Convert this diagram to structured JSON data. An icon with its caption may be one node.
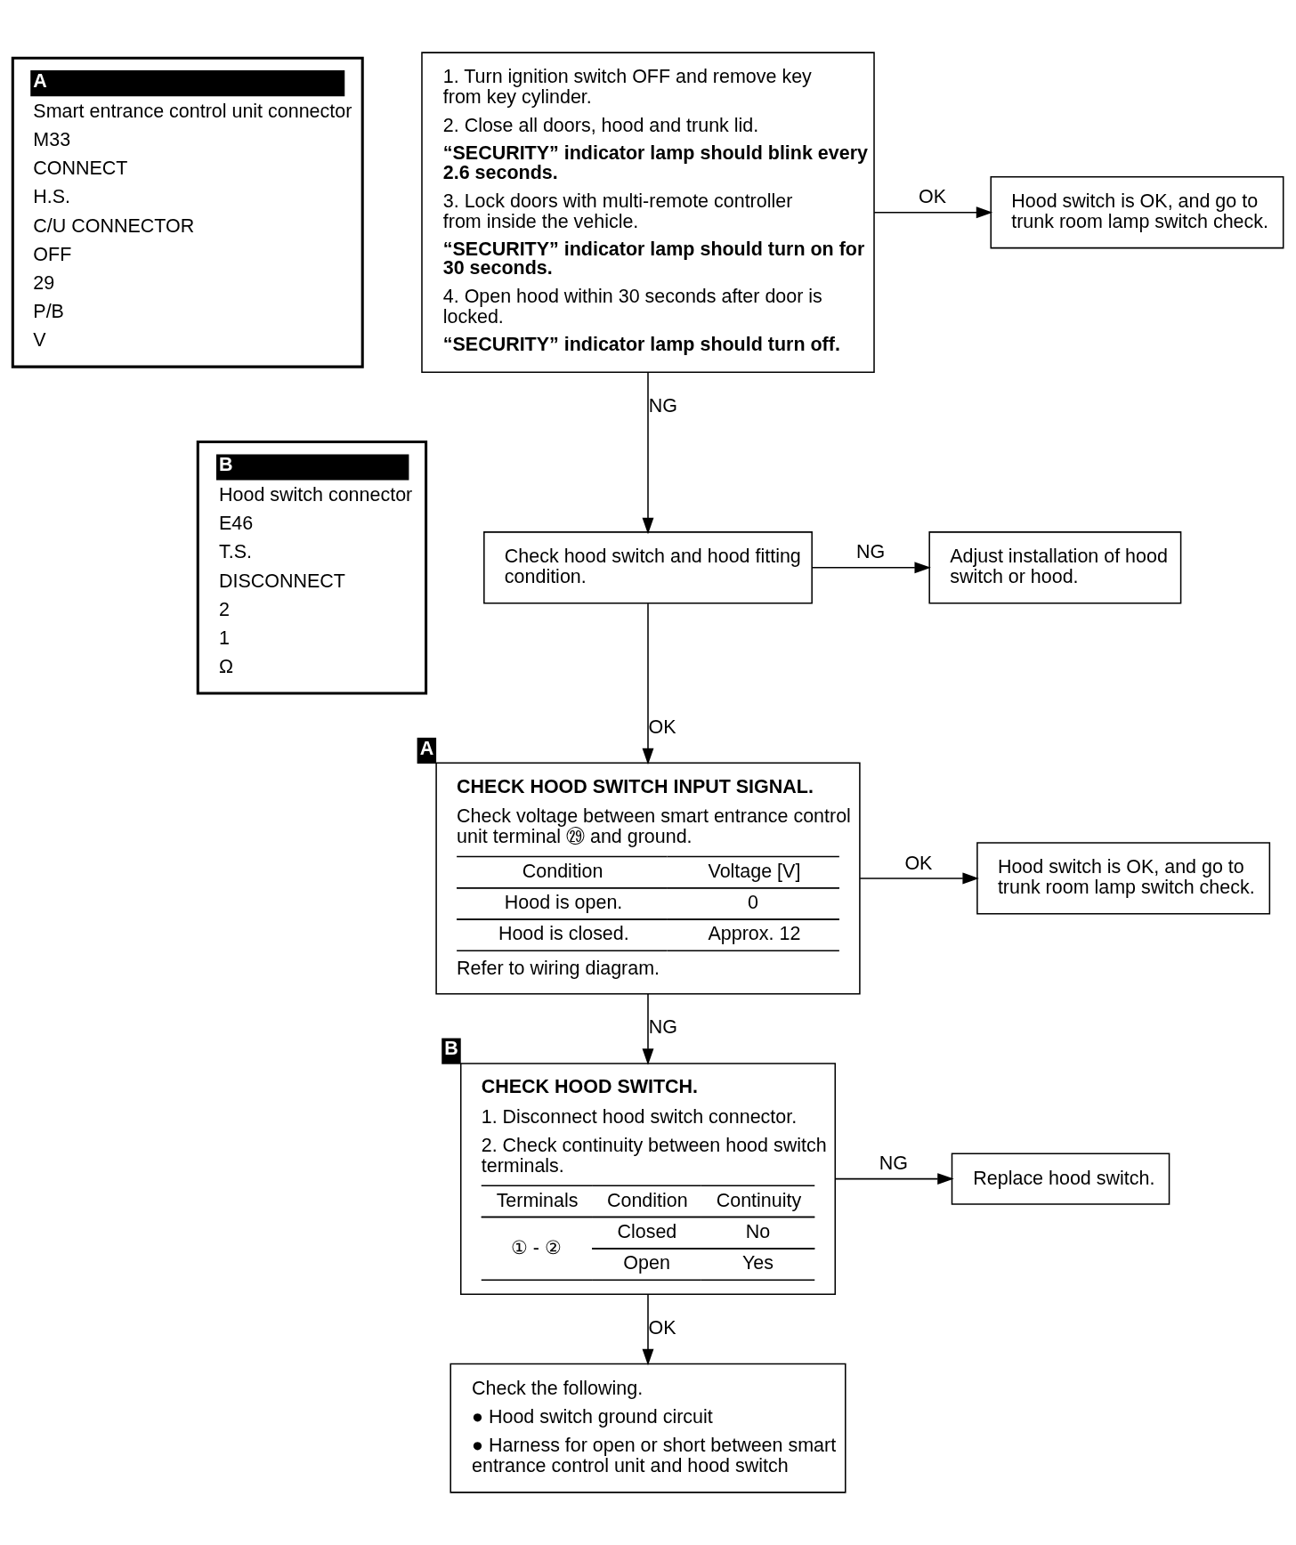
{
  "diagram": {
    "nodes": [
      {
        "text": [
          "A",
          "Smart entrance control unit connector",
          "M33",
          "CONNECT",
          "H.S.",
          "C/U CONNECTOR",
          "OFF",
          "29",
          "P/B",
          "V"
        ]
      },
      {
        "text": [
          "B",
          "Hood switch connector",
          "E46",
          "T.S.",
          "DISCONNECT",
          "2",
          "1",
          "Ω"
        ]
      },
      {
        "text": [
          "1. Turn ignition switch OFF and remove key from key cylinder.",
          "2. Close all doors, hood and trunk lid.",
          "**“SECURITY” indicator lamp should blink every 2.6 seconds.**",
          "3. Lock doors with multi-remote controller from inside the vehicle.",
          "**“SECURITY” indicator lamp should turn on for 30 seconds.**",
          "4. Open hood within 30 seconds after door is locked.",
          "**“SECURITY” indicator lamp should turn off.**"
        ]
      },
      {
        "text": [
          "Hood switch is OK, and go to trunk room lamp switch check."
        ]
      },
      {
        "text": [
          "Check hood switch and hood fitting condition."
        ]
      },
      {
        "text": [
          "Adjust installation of hood switch or hood."
        ]
      },
      {
        "text": [
          "CHECK HOOD SWITCH INPUT SIGNAL.",
          "Check voltage between smart entrance control unit terminal ㉙ and ground.",
          "Condition",
          "Voltage [V]",
          "Hood is open.",
          "0",
          "Hood is closed.",
          "Approx. 12",
          "Refer to wiring diagram."
        ],
        "beside": [
          "A"
        ]
      },
      {
        "text": [
          "Hood switch is OK, and go to trunk room lamp switch check."
        ]
      },
      {
        "text": [
          "CHECK HOOD SWITCH.",
          "1. Disconnect hood switch connector.",
          "2. Check continuity between hood switch terminals.",
          "Terminals",
          "Condition",
          "Continuity",
          "① - ②",
          "Closed",
          "No",
          "Open",
          "Yes"
        ],
        "beside": [
          "B"
        ]
      },
      {
        "text": [
          "Replace hood switch."
        ]
      },
      {
        "text": [
          "Check the following.",
          "● Hood switch ground circuit",
          "● Harness for open or short between smart entrance control unit and hood switch"
        ]
      }
    ],
    "edges": [
      {
        "from": 2,
        "to": 3,
        "arrow": "to",
        "label": "OK"
      },
      {
        "from": 2,
        "to": 4,
        "arrow": "to",
        "label": "NG"
      },
      {
        "from": 4,
        "to": 5,
        "arrow": "to",
        "label": "NG"
      },
      {
        "from": 4,
        "to": 6,
        "arrow": "to",
        "label": "OK"
      },
      {
        "from": 6,
        "to": 7,
        "arrow": "to",
        "label": "OK"
      },
      {
        "from": 6,
        "to": 8,
        "arrow": "to",
        "label": "NG"
      },
      {
        "from": 8,
        "to": 9,
        "arrow": "to",
        "label": "NG"
      },
      {
        "from": 8,
        "to": 10,
        "arrow": "to",
        "label": "OK"
      }
    ]
  }
}
